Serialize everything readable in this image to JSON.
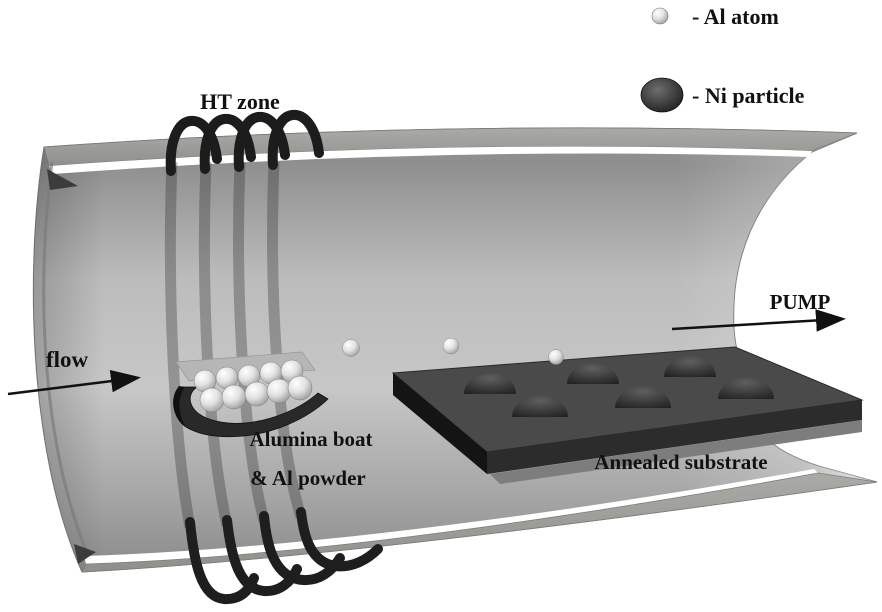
{
  "diagram": {
    "labels": {
      "ht_zone": "HT zone",
      "flow": "flow",
      "pump": "PUMP",
      "alumina_boat_line1": "Alumina boat",
      "alumina_boat_line2": "& Al powder",
      "annealed_substrate": "Annealed substrate"
    },
    "legend": {
      "items": [
        {
          "icon": "al-atom-sphere",
          "label": "- Al atom"
        },
        {
          "icon": "ni-particle-sphere",
          "label": "- Ni particle"
        }
      ]
    },
    "counts": {
      "heater_coil_turns": 4,
      "al_powder_spheres": 10,
      "floating_al_atoms": 3,
      "ni_particle_domes": 6
    },
    "colors": {
      "background": "#ffffff",
      "tube_gray": "#b5b5b5",
      "coil_dark": "#1c1c1c",
      "substrate_dark": "#3f3f3f",
      "al_sphere_light": "#e6e6e6",
      "ni_particle_dark": "#2e2e2e",
      "text": "#111111"
    }
  }
}
